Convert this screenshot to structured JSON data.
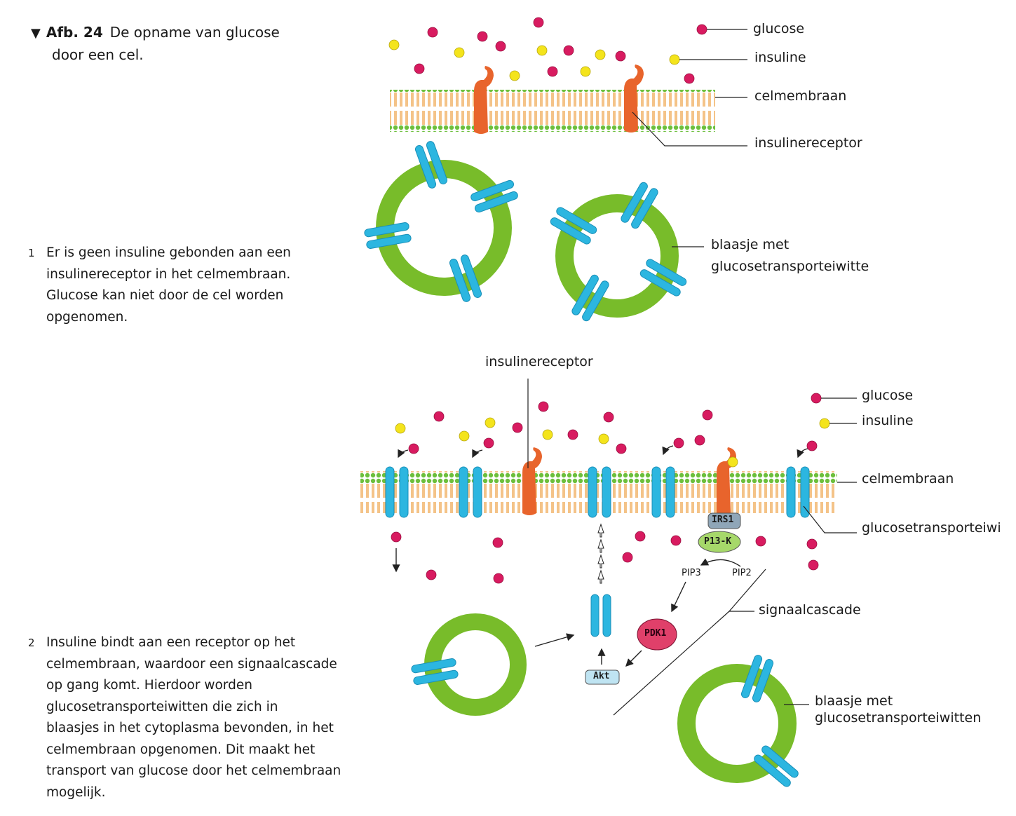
{
  "figure": {
    "marker": "▼",
    "number": "Afb. 24",
    "title_line1": "De opname van glucose",
    "title_line2": "door een cel."
  },
  "panel1": {
    "number": "1",
    "caption_lines": [
      "Er is geen insuline gebonden aan een",
      "insulinereceptor in het celmembraan.",
      "Glucose kan niet door de cel worden",
      "opgenomen."
    ],
    "labels": {
      "glucose": "glucose",
      "insulin": "insuline",
      "membrane": "celmembraan",
      "receptor": "insulinereceptor",
      "vesicle_line1": "blaasje met",
      "vesicle_line2": "glucosetransporteiwitte"
    }
  },
  "panel2": {
    "number": "2",
    "caption_lines": [
      "Insuline bindt aan een receptor op het",
      "celmembraan, waardoor een signaalcascade",
      "op gang komt. Hierdoor worden",
      "glucosetransporteiwitten die zich in",
      "blaasjes in het cytoplasma bevonden, in het",
      "celmembraan opgenomen. Dit maakt het",
      "transport van glucose door het celmembraan",
      "mogelijk."
    ],
    "labels": {
      "receptor": "insulinereceptor",
      "glucose": "glucose",
      "insulin": "insuline",
      "membrane": "celmembraan",
      "transporter": "glucosetransporteiwi",
      "cascade": "signaalcascade",
      "vesicle_line1": "blaasje met",
      "vesicle_line2": "glucosetransporteiwitten"
    },
    "molecules": {
      "irs1": "IRS1",
      "pi3k": "P13-K",
      "pip3": "PIP3",
      "pip2": "PIP2",
      "pdk1": "PDK1",
      "akt": "Akt"
    }
  },
  "colors": {
    "glucose": "#d81b60",
    "insulin": "#f4e41c",
    "membrane_head": "#6cbf3c",
    "membrane_tail": "#f2b46a",
    "receptor": "#e8642c",
    "transporter": "#2cb6e0",
    "vesicle": "#78bc2a",
    "irs1": "#8fa6b8",
    "pi3k": "#a6d86a",
    "pdk1": "#e0406a",
    "akt": "#bfe4f2"
  }
}
